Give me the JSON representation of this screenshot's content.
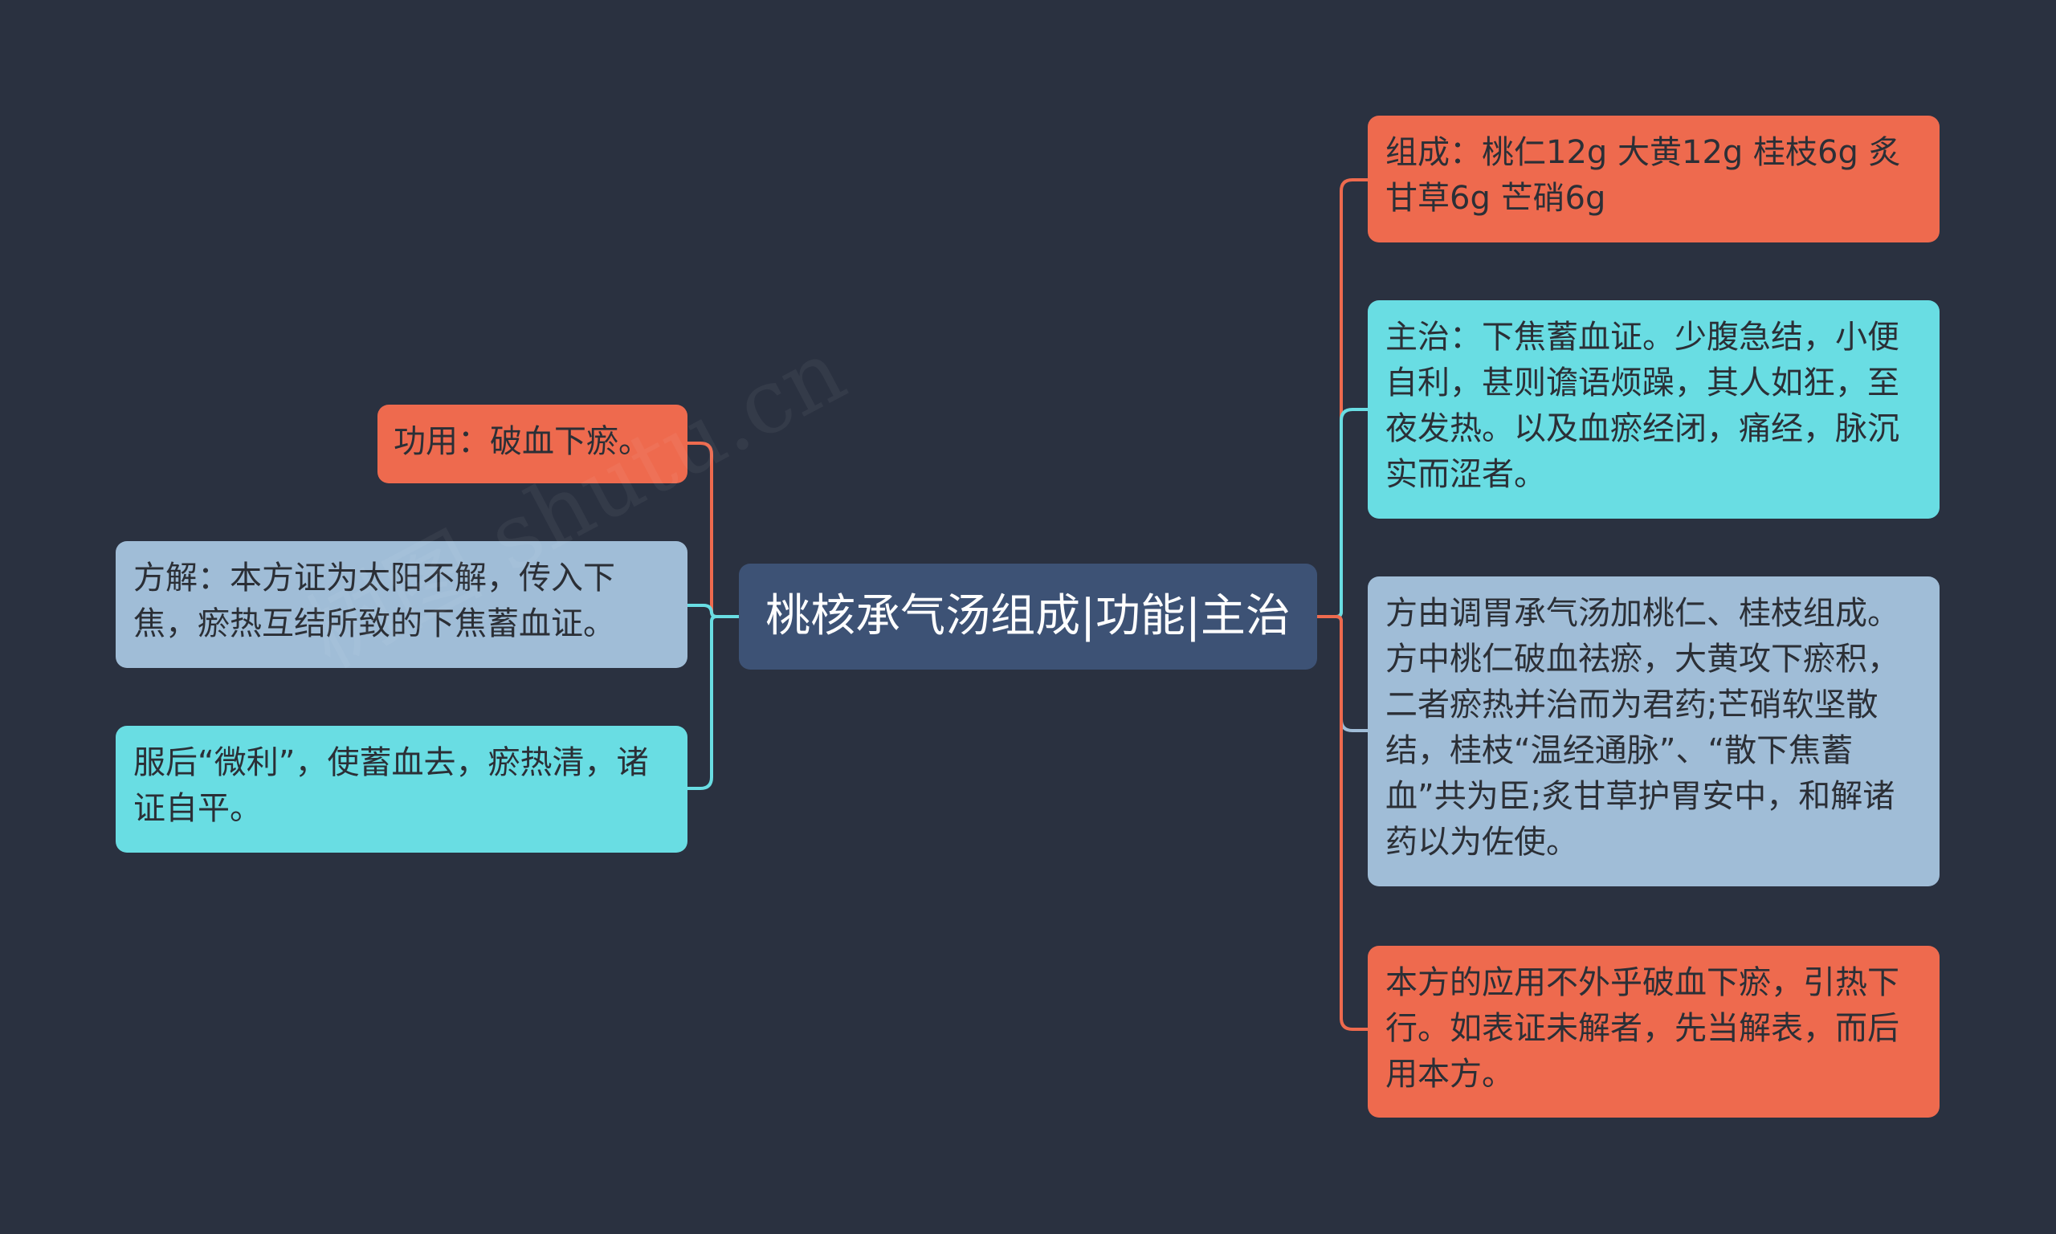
{
  "center": {
    "text": "桃核承气汤组成|功能|主治"
  },
  "left": [
    {
      "text": "功用：破血下瘀。",
      "color": "#ee6a4e"
    },
    {
      "text": "方解：本方证为太阳不解，传入下焦，瘀热互结所致的下焦蓄血证。",
      "color": "#a0bdd7"
    },
    {
      "text": "服后“微利”，使蓄血去，瘀热清，诸证自平。",
      "color": "#69dde3"
    }
  ],
  "right": [
    {
      "text": "组成：桃仁12g 大黄12g 桂枝6g 炙甘草6g 芒硝6g",
      "color": "#ee6a4e"
    },
    {
      "text": "主治：下焦蓄血证。少腹急结，小便自利，甚则谵语烦躁，其人如狂，至夜发热。以及血瘀经闭，痛经，脉沉实而涩者。",
      "color": "#69dde3"
    },
    {
      "text": "方由调胃承气汤加桃仁、桂枝组成。方中桃仁破血祛瘀，大黄攻下瘀积，二者瘀热并治而为君药;芒硝软坚散结，桂枝“温经通脉”、“散下焦蓄血”共为臣;炙甘草护胃安中，和解诸药以为佐使。",
      "color": "#a0bdd7"
    },
    {
      "text": "本方的应用不外乎破血下瘀，引热下行。如表证未解者，先当解表，而后用本方。",
      "color": "#ee6a4e"
    }
  ],
  "watermark": "树图 shutu.cn"
}
